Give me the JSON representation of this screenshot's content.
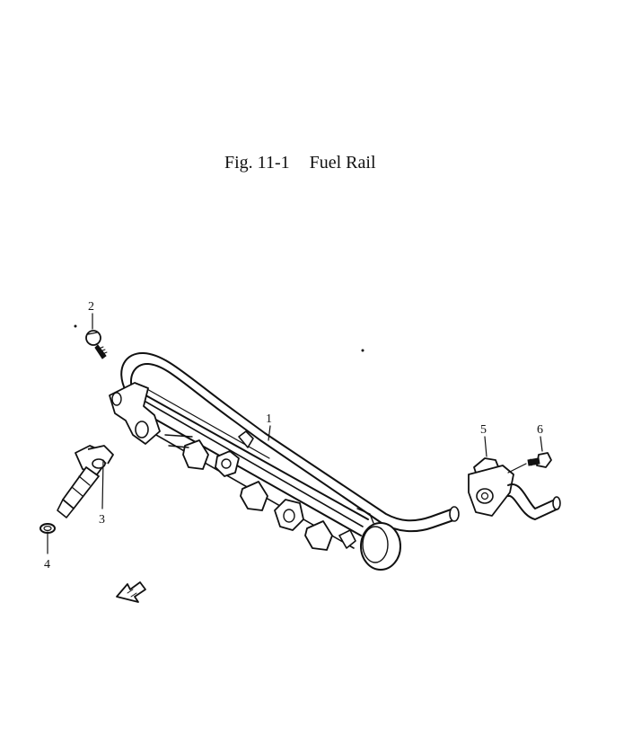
{
  "figure": {
    "number": "Fig. 11-1",
    "title": "Fuel Rail"
  },
  "callouts": [
    {
      "id": "1",
      "part": "fuel rail"
    },
    {
      "id": "2",
      "part": "bolt"
    },
    {
      "id": "3",
      "part": "injector"
    },
    {
      "id": "4",
      "part": "o-ring"
    },
    {
      "id": "5",
      "part": "pressure regulator"
    },
    {
      "id": "6",
      "part": "bolt"
    }
  ],
  "icons": {
    "front_arrow": "arrow-front-icon"
  }
}
